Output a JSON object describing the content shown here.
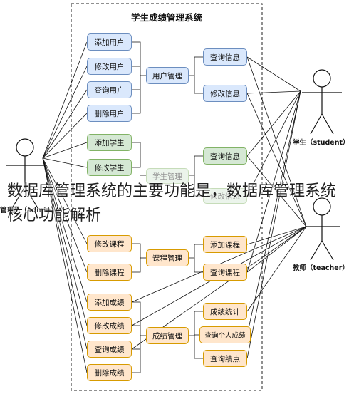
{
  "diagram": {
    "title": "学生成绩管理系统",
    "actors": {
      "admin": "管理员（admin）",
      "student": "学生（student）",
      "teacher": "教师（teacher）"
    },
    "admin_actions": {
      "add_user": "添加用户",
      "edit_user": "修改用户",
      "query_user": "查询用户",
      "delete_user": "删除用户",
      "add_student": "添加学生",
      "edit_student": "修改学生",
      "edit_course": "修改课程",
      "delete_course": "删除课程",
      "add_grade": "添加成绩",
      "edit_grade": "修改成绩",
      "query_grade": "查询成绩",
      "delete_grade": "删除成绩"
    },
    "modules": {
      "user_mgmt": "用户管理",
      "student_mgmt": "学生管理",
      "course_mgmt": "课程管理",
      "grade_mgmt": "成绩管理"
    },
    "right_actions": {
      "query_info_1": "查询信息",
      "edit_info_1": "修改信息",
      "query_info_2": "查询信息",
      "edit_info_2": "修改信息",
      "add_course": "添加课程",
      "query_course": "查询课程",
      "grade_stats": "成绩统计",
      "query_personal_grade": "查询个人成绩",
      "query_grade_points": "查询绩点"
    }
  },
  "overlay_caption": "数据库管理系统的主要功能是，数据库管理系统核心功能解析"
}
